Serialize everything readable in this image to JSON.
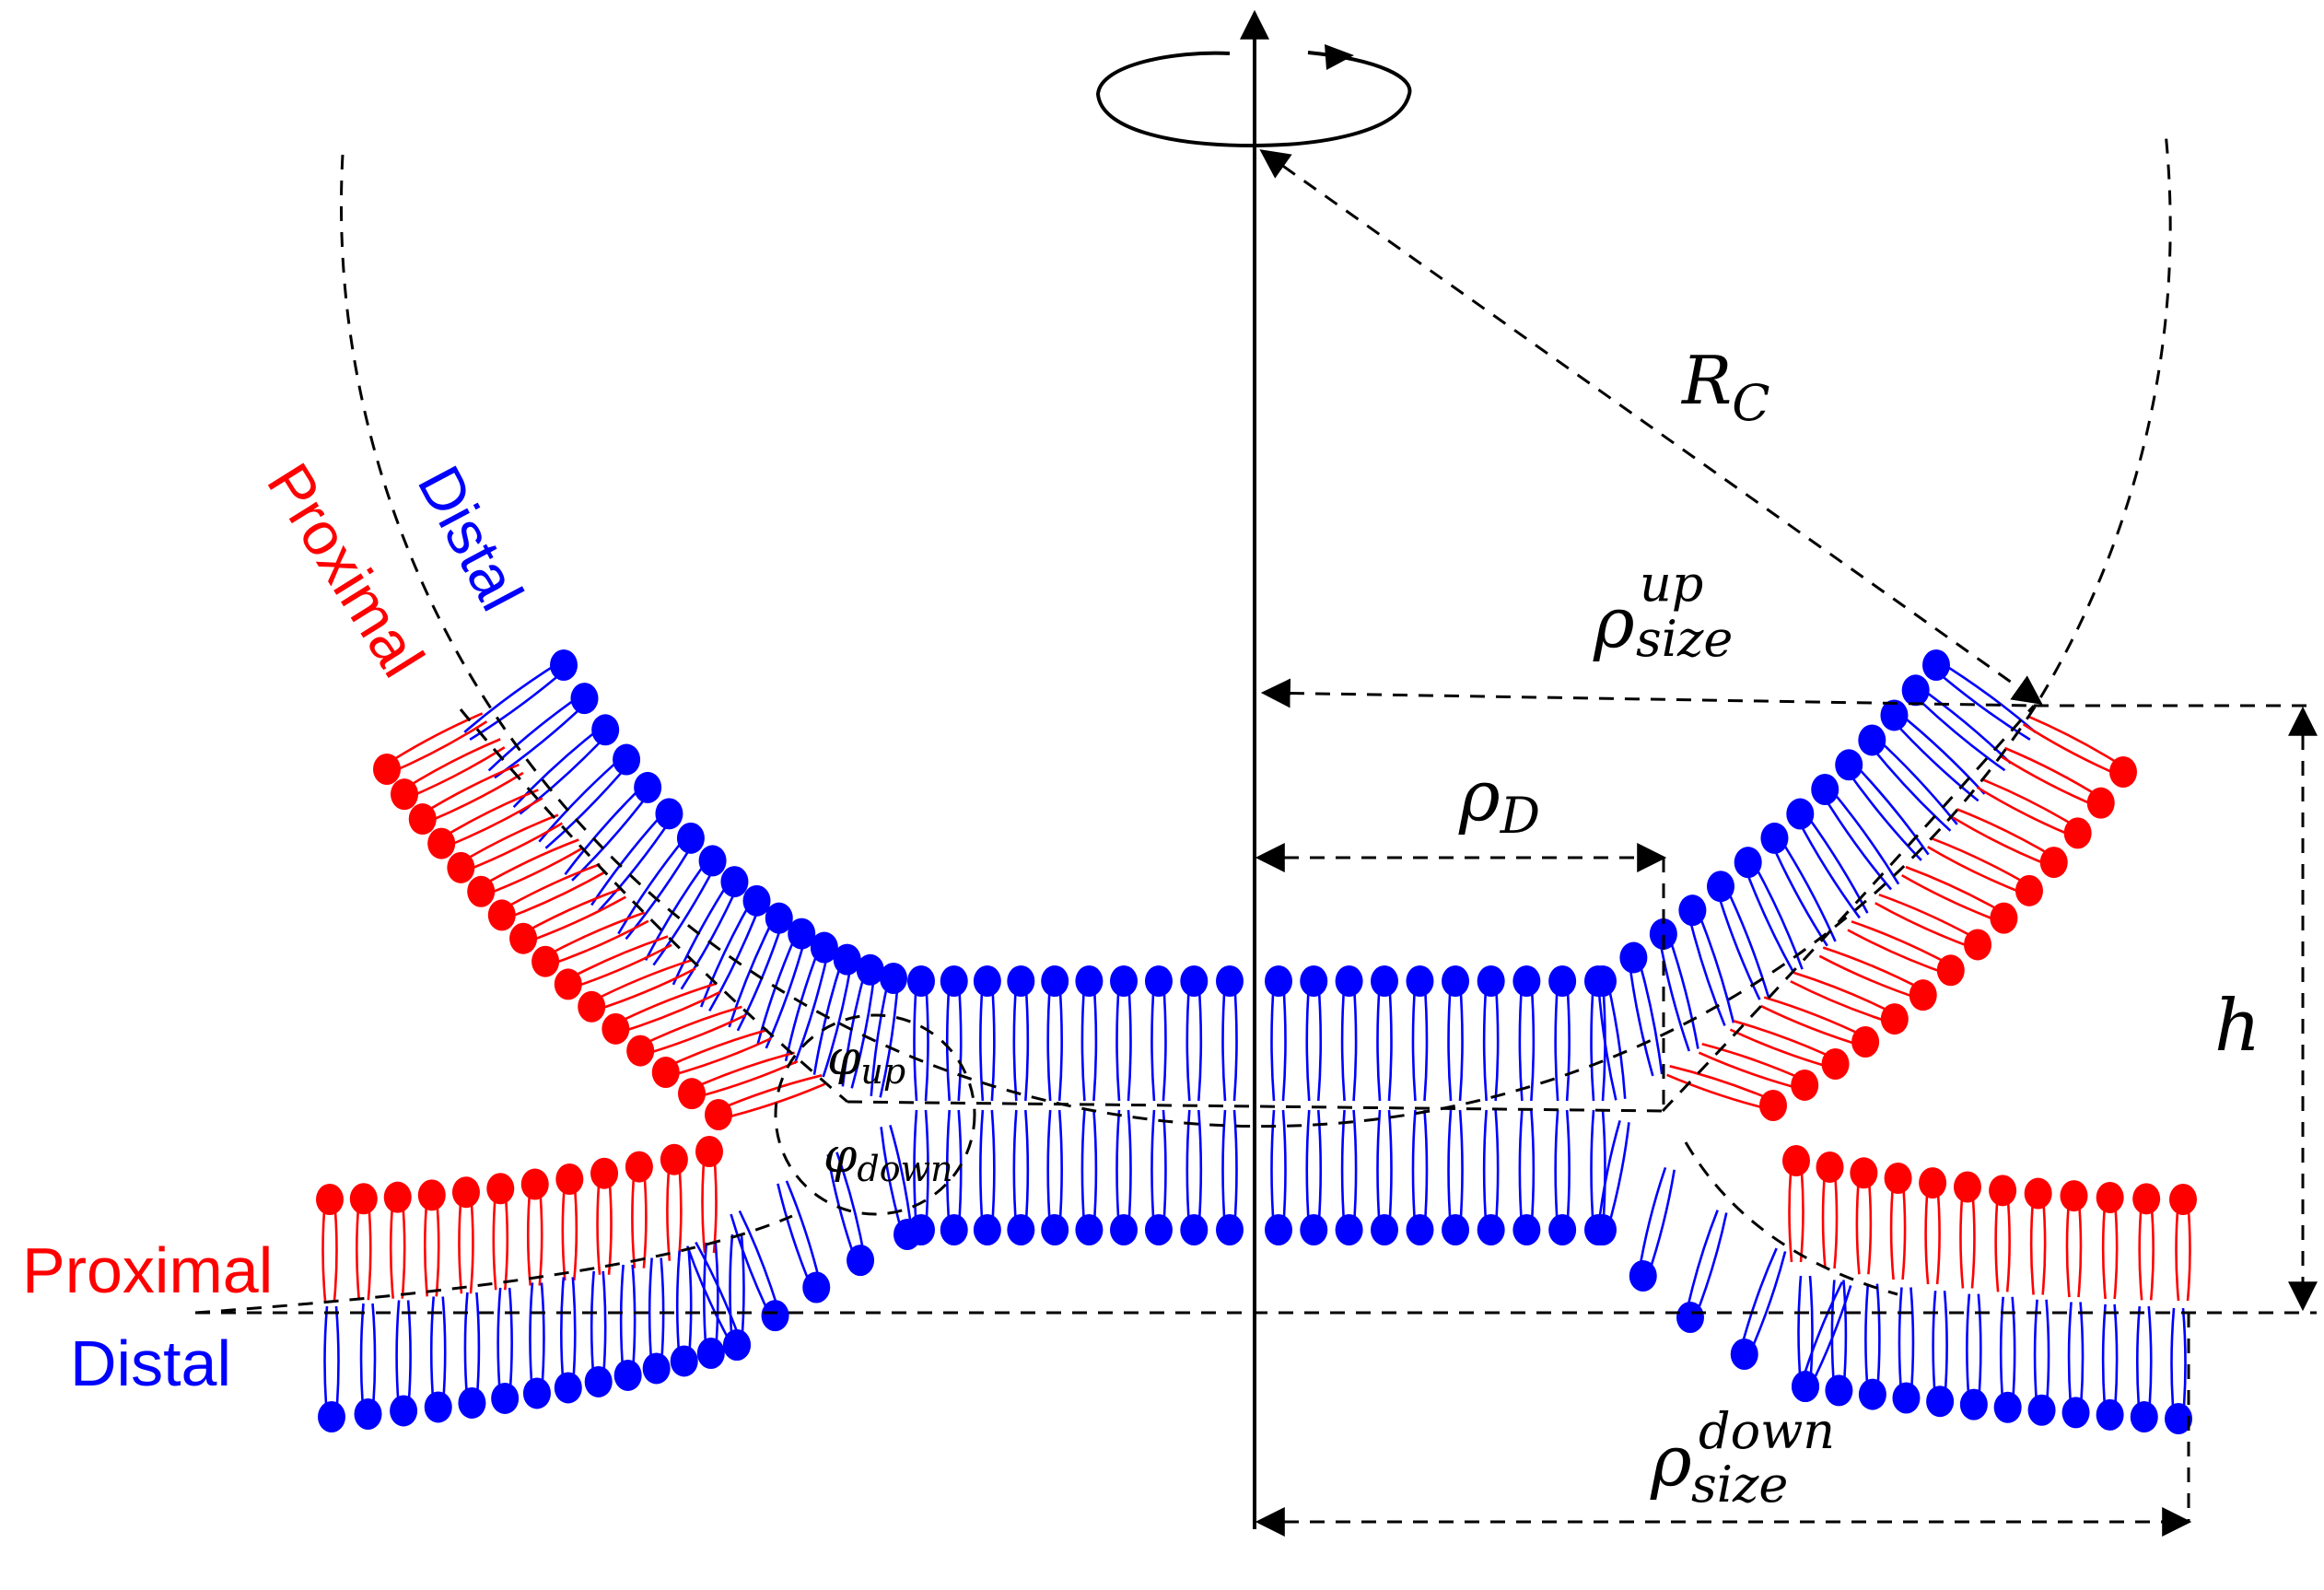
{
  "colors": {
    "proximal": "#ff0000",
    "distal": "#0000ff",
    "guide": "#000000",
    "background": "#ffffff"
  },
  "labels": {
    "upper_left_proximal": "Proximal",
    "upper_left_distal": "Distal",
    "lower_proximal": "Proximal",
    "lower_distal": "Distal",
    "radius_base": "R",
    "radius_sub": "C",
    "rho_up_base": "ρ",
    "rho_up_sup": "up",
    "rho_up_sub": "size",
    "rho_down_base": "ρ",
    "rho_down_sup": "down",
    "rho_down_sub": "size",
    "rho_d_base": "ρ",
    "rho_d_sub": "D",
    "phi_up_base": "φ",
    "phi_up_sub": "up",
    "phi_down_base": "φ",
    "phi_down_sub": "down",
    "height": "h"
  },
  "icons": {
    "rotation": "rotation-arrow-icon",
    "axis": "symmetry-axis-arrow-icon"
  }
}
